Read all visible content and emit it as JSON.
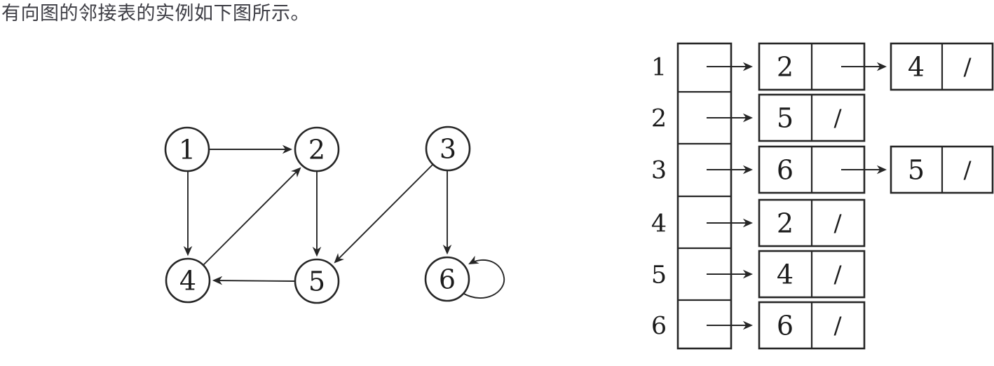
{
  "title": "有向图的邻接表的实例如下图所示。",
  "colors": {
    "ink": "#262626",
    "text": "#3d3d44",
    "background": "#ffffff"
  },
  "graph": {
    "description": "directed-graph",
    "nodes": [
      {
        "id": "1"
      },
      {
        "id": "2"
      },
      {
        "id": "3"
      },
      {
        "id": "4"
      },
      {
        "id": "5"
      },
      {
        "id": "6"
      }
    ],
    "edges": [
      {
        "from": "1",
        "to": "2"
      },
      {
        "from": "1",
        "to": "4"
      },
      {
        "from": "4",
        "to": "2"
      },
      {
        "from": "2",
        "to": "5"
      },
      {
        "from": "3",
        "to": "5"
      },
      {
        "from": "3",
        "to": "6"
      },
      {
        "from": "5",
        "to": "4"
      },
      {
        "from": "6",
        "to": "6"
      }
    ]
  },
  "adjacency_list": {
    "null_marker": "/",
    "rows": [
      {
        "label": "1",
        "chain": [
          {
            "value": "2",
            "pointer": "arrow"
          },
          {
            "value": "4",
            "pointer": "/"
          }
        ]
      },
      {
        "label": "2",
        "chain": [
          {
            "value": "5",
            "pointer": "/"
          }
        ]
      },
      {
        "label": "3",
        "chain": [
          {
            "value": "6",
            "pointer": "arrow"
          },
          {
            "value": "5",
            "pointer": "/"
          }
        ]
      },
      {
        "label": "4",
        "chain": [
          {
            "value": "2",
            "pointer": "/"
          }
        ]
      },
      {
        "label": "5",
        "chain": [
          {
            "value": "4",
            "pointer": "/"
          }
        ]
      },
      {
        "label": "6",
        "chain": [
          {
            "value": "6",
            "pointer": "/"
          }
        ]
      }
    ]
  }
}
